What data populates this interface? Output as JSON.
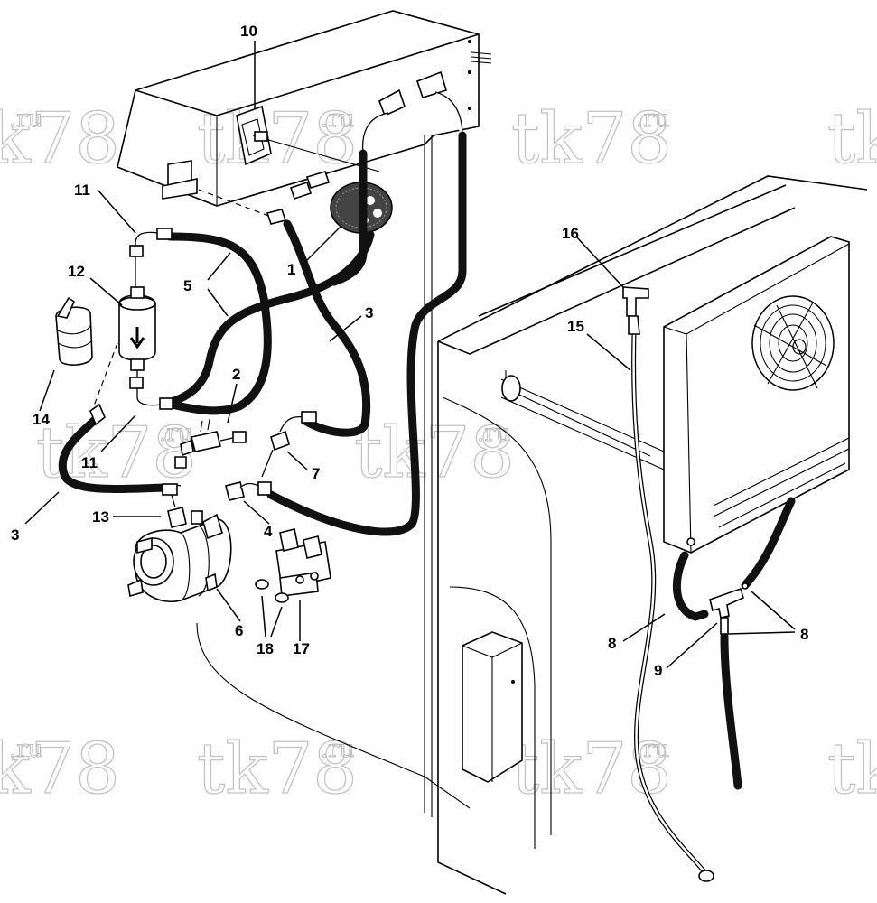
{
  "watermark": {
    "text": "tk78",
    "suffix": ".ru"
  },
  "callouts": [
    {
      "id": "c1",
      "label": "1"
    },
    {
      "id": "c2",
      "label": "2"
    },
    {
      "id": "c3a",
      "label": "3"
    },
    {
      "id": "c3b",
      "label": "3"
    },
    {
      "id": "c4",
      "label": "4"
    },
    {
      "id": "c5",
      "label": "5"
    },
    {
      "id": "c6",
      "label": "6"
    },
    {
      "id": "c7",
      "label": "7"
    },
    {
      "id": "c8a",
      "label": "8"
    },
    {
      "id": "c8b",
      "label": "8"
    },
    {
      "id": "c9",
      "label": "9"
    },
    {
      "id": "c10",
      "label": "10"
    },
    {
      "id": "c11a",
      "label": "11"
    },
    {
      "id": "c11b",
      "label": "11"
    },
    {
      "id": "c12",
      "label": "12"
    },
    {
      "id": "c13",
      "label": "13"
    },
    {
      "id": "c14",
      "label": "14"
    },
    {
      "id": "c15",
      "label": "15"
    },
    {
      "id": "c16",
      "label": "16"
    },
    {
      "id": "c17",
      "label": "17"
    },
    {
      "id": "c18",
      "label": "18"
    }
  ]
}
